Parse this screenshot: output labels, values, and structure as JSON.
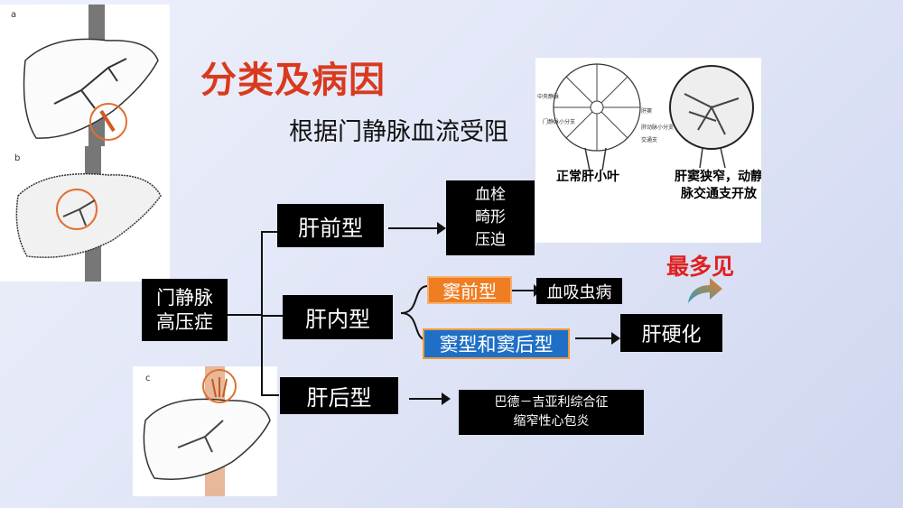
{
  "slide": {
    "title": "分类及病因",
    "subtitle": "根据门静脉血流受阻",
    "root": "门静脉\n高压症",
    "types": {
      "prehepatic": "肝前型",
      "intrahepatic": "肝内型",
      "posthepatic": "肝后型"
    },
    "prehepatic_causes": "血栓\n畸形\n压迫",
    "presinusoidal": "窦前型",
    "presinusoidal_cause": "血吸虫病",
    "sinusoidal": "窦型和窦后型",
    "sinusoidal_cause": "肝硬化",
    "posthepatic_cause": "巴德－吉亚利综合征\n缩窄性心包炎",
    "most_common": "最多见",
    "lobule_normal": "正常肝小叶",
    "lobule_narrow": "肝窦狭窄，动静\n脉交通支开放",
    "figure_labels": [
      "a",
      "b",
      "c"
    ],
    "lobule_small_labels": [
      "中央静脉",
      "肝窦",
      "门静脉小分支",
      "肝动脉小分支",
      "交通支"
    ],
    "colors": {
      "title": "#d93a1e",
      "presinusoidal_box": "#ef7d22",
      "sinusoidal_box": "#1f6fc6",
      "highlight": "#e02020"
    },
    "icons": [
      "turn-arrow-icon",
      "liver-illustration",
      "lobule-illustration"
    ]
  }
}
